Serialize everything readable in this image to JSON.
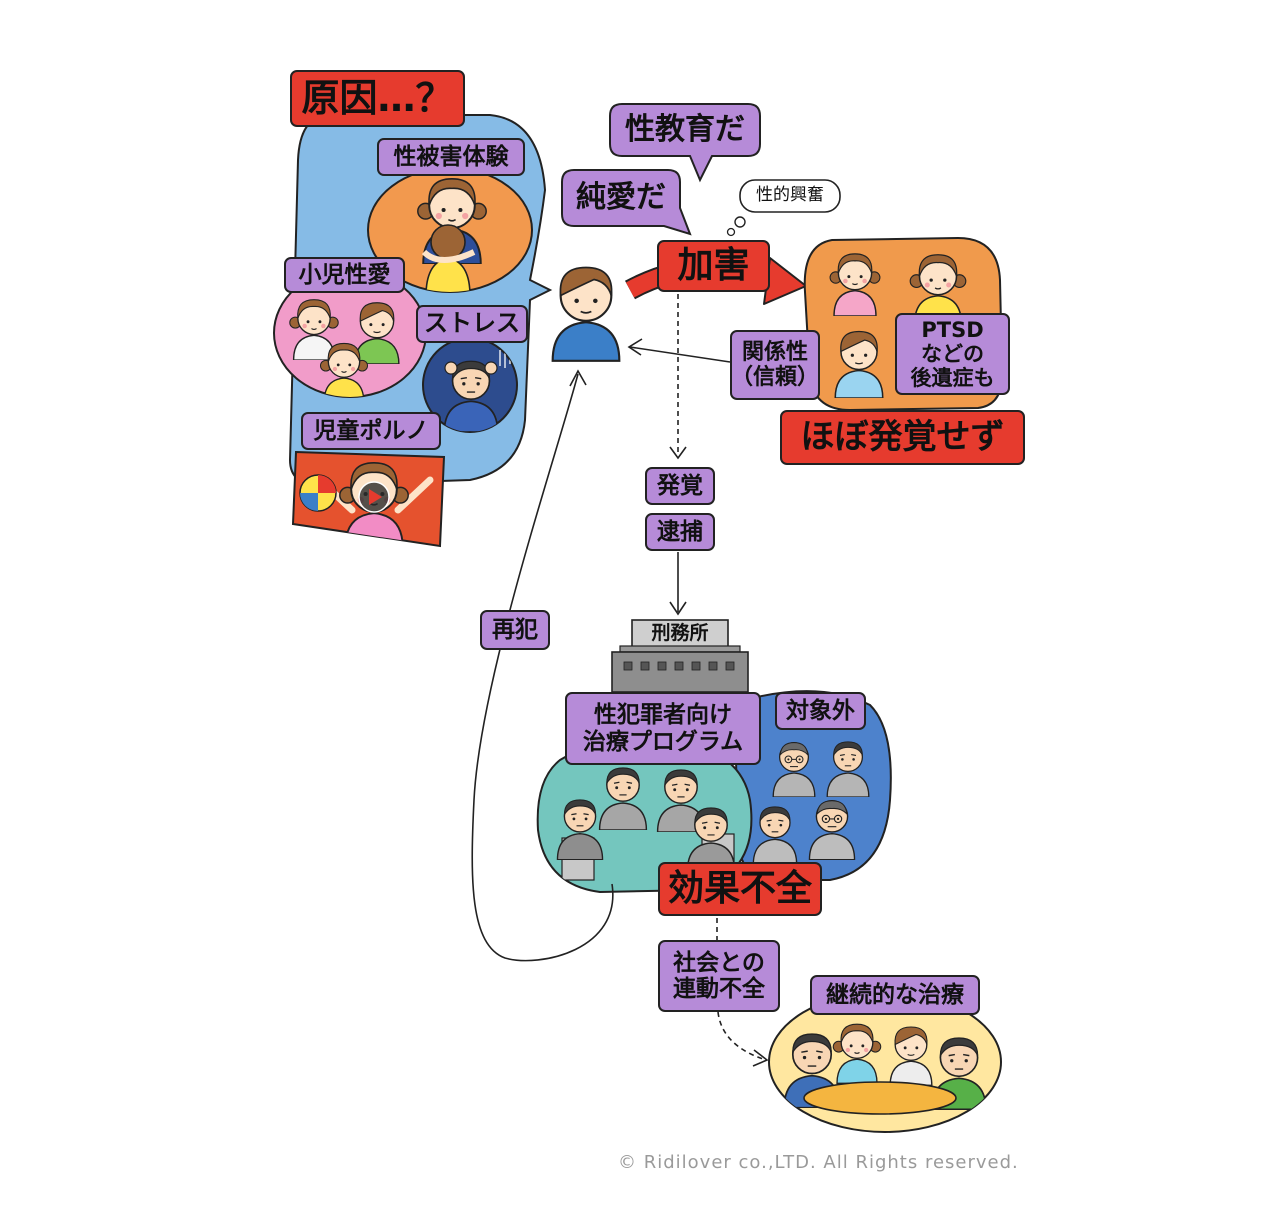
{
  "diagram": {
    "causes": {
      "title": "原因…？",
      "sexual_abuse_experience": "性被害体験",
      "pedophilia": "小児性愛",
      "stress": "ストレス",
      "child_pornography": "児童ポルノ"
    },
    "offender": {
      "speech_sex_education": "性教育だ",
      "speech_pure_love": "純愛だ",
      "thought_sexual_arousal": "性的興奮"
    },
    "harm": "加害",
    "victims": {
      "aftereffects_line1": "PTSD",
      "aftereffects_line2": "などの",
      "aftereffects_line3": "後遺症も",
      "relationship_line1": "関係性",
      "relationship_line2": "（信頼）",
      "mostly_undiscovered": "ほぼ発覚せず"
    },
    "justice": {
      "discovery": "発覚",
      "arrest": "逮捕",
      "prison": "刑務所",
      "program_line1": "性犯罪者向け",
      "program_line2": "治療プログラム",
      "not_eligible": "対象外",
      "ineffective": "効果不全",
      "reoffense": "再犯"
    },
    "aftercare": {
      "society_line1": "社会との",
      "society_line2": "連動不全",
      "continuous_treatment": "継続的な治療"
    },
    "copyright": "© Ridilover co.,LTD. All Rights reserved."
  },
  "icons": {
    "video": "play-button-icon",
    "toy": "beach-ball-icon"
  },
  "colors": {
    "label_purple": "#B68BD8",
    "label_red": "#E63B2E",
    "copyright_text": "#9A9A9A"
  }
}
